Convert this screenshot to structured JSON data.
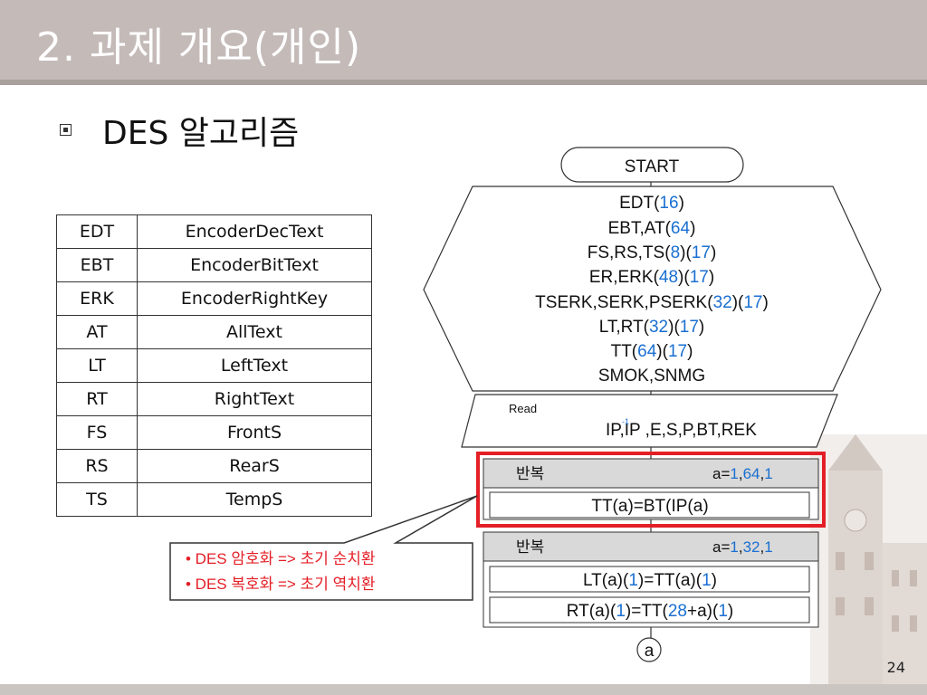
{
  "slide": {
    "title": "2. 과제 개요(개인)",
    "subtitle": "DES 알고리즘",
    "page_number": "24"
  },
  "table": {
    "rows": [
      {
        "abbr": "EDT",
        "full": "EncoderDecText"
      },
      {
        "abbr": "EBT",
        "full": "EncoderBitText"
      },
      {
        "abbr": "ERK",
        "full": "EncoderRightKey"
      },
      {
        "abbr": "AT",
        "full": "AllText"
      },
      {
        "abbr": "LT",
        "full": "LeftText"
      },
      {
        "abbr": "RT",
        "full": "RightText"
      },
      {
        "abbr": "FS",
        "full": "FrontS"
      },
      {
        "abbr": "RS",
        "full": "RearS"
      },
      {
        "abbr": "TS",
        "full": "TempS"
      }
    ]
  },
  "flow": {
    "start": "START",
    "declarations": [
      {
        "a": "EDT(",
        "b": "16",
        "c": ")"
      },
      {
        "a": "EBT,AT(",
        "b": "64",
        "c": ")"
      },
      {
        "a": "FS,RS,TS(",
        "b": "8",
        "c": ")(",
        "d": "17",
        "e": ")"
      },
      {
        "a": "ER,ERK(",
        "b": "48",
        "c": ")(",
        "d": "17",
        "e": ")"
      },
      {
        "a": "TSERK,SERK,PSERK(",
        "b": "32",
        "c": ")(",
        "d": "17",
        "e": ")"
      },
      {
        "a": "LT,RT(",
        "b": "32",
        "c": ")(",
        "d": "17",
        "e": ")"
      },
      {
        "a": "TT(",
        "b": "64",
        "c": ")(",
        "d": "17",
        "e": ")"
      },
      {
        "a": "SMOK,SNMG"
      }
    ],
    "read_label": "Read",
    "read_text": "IP,IP   ,E,S,P,BT,REK",
    "read_sup": "-1",
    "loop1": {
      "label": "반복",
      "counter_a": "a=",
      "counter_1": "1",
      "counter_c1": ",",
      "counter_2": "64",
      "counter_c2": ",",
      "counter_3": "1",
      "body": "TT(a)=BT(IP(a)"
    },
    "loop2": {
      "label": "반복",
      "counter_a": "a=",
      "counter_1": "1",
      "counter_c1": ",",
      "counter_2": "32",
      "counter_c2": ",",
      "counter_3": "1",
      "line1": {
        "a": "LT(a)(",
        "b": "1",
        "c": ")=TT(a)(",
        "d": "1",
        "e": ")"
      },
      "line2": {
        "a": "RT(a)(",
        "b": "1",
        "c": ")=TT(",
        "d": "28",
        "e": "+a)(",
        "f": "1",
        "g": ")"
      }
    },
    "connector": "a"
  },
  "callout": {
    "line1": "• DES 암호화 => 초기 순치환",
    "line2": "• DES 복호화 => 초기 역치환"
  },
  "colors": {
    "title_bar": "#c4bbb9",
    "number_blue": "#1a6fd1",
    "highlight_red": "#e41e26",
    "loop_header": "#d9d9d9"
  }
}
